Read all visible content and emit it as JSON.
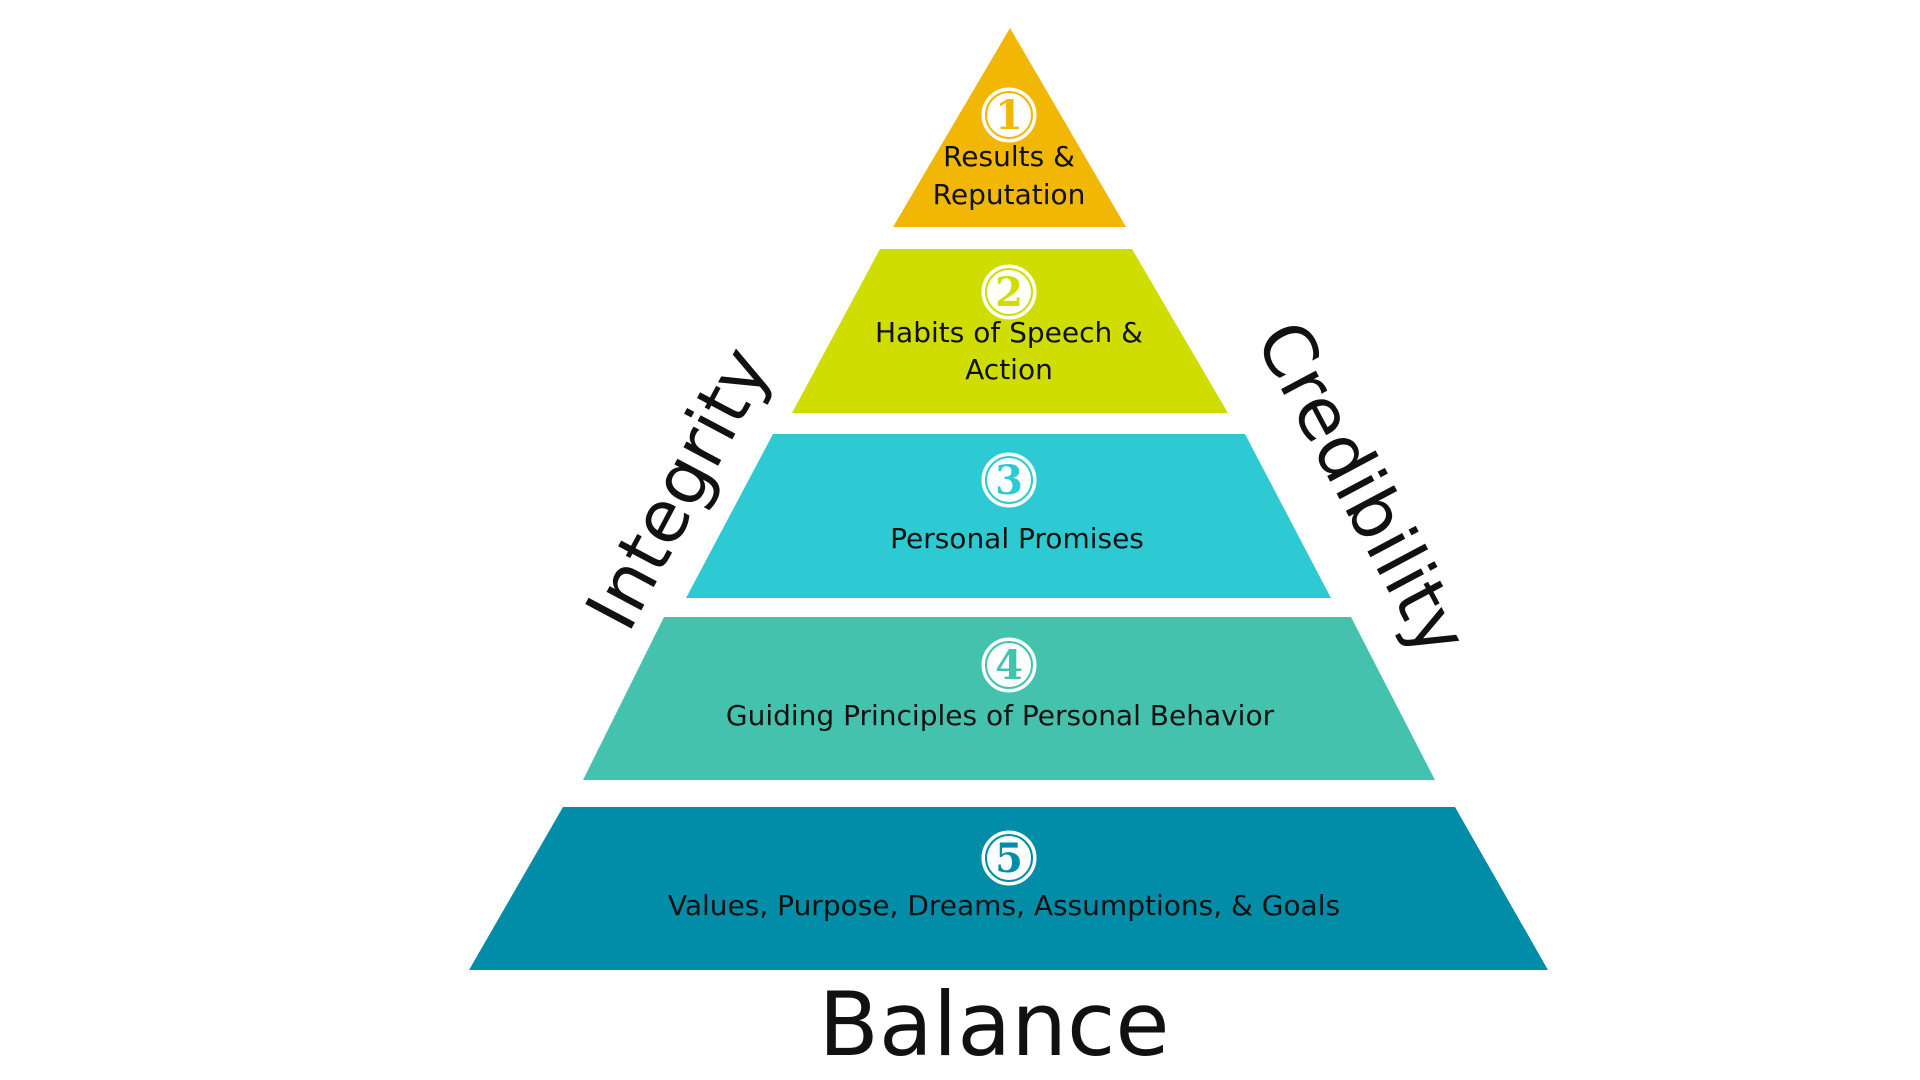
{
  "diagram": {
    "type": "pyramid",
    "left_label": "Integrity",
    "right_label": "Credibility",
    "base_label": "Balance",
    "layers": [
      {
        "number": "1",
        "lines": [
          "Results &",
          "Reputation"
        ],
        "color": "#F2B705"
      },
      {
        "number": "2",
        "lines": [
          "Habits of Speech &",
          "Action"
        ],
        "color": "#CFDD00"
      },
      {
        "number": "3",
        "lines": [
          "Personal Promises"
        ],
        "color": "#2ECAD3"
      },
      {
        "number": "4",
        "lines": [
          "Guiding Principles of Personal Behavior"
        ],
        "color": "#44C2AE"
      },
      {
        "number": "5",
        "lines": [
          "Values, Purpose, Dreams, Assumptions, & Goals"
        ],
        "color": "#018DA8"
      }
    ]
  }
}
